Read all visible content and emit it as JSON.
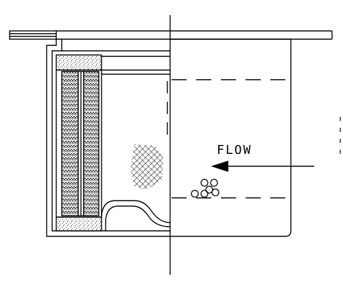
{
  "diagram": {
    "flow_label": "FLOW",
    "colors": {
      "ink": "#000000",
      "background": "#ffffff",
      "fill_media": "#9a9a9a"
    },
    "parts": [
      "top-flange",
      "housing-wall",
      "filter-element",
      "perforated-media",
      "mesh-screen",
      "bottom-cup",
      "flow-arrow",
      "particles",
      "center-line"
    ]
  }
}
